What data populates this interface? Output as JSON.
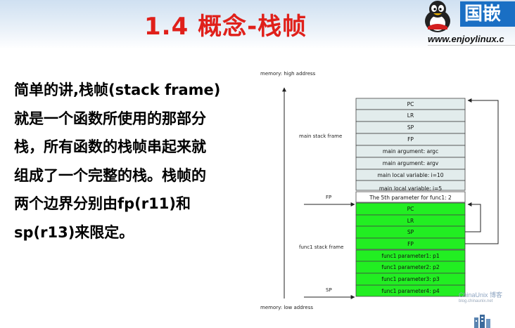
{
  "slide": {
    "title": "1.4 概念-栈帧",
    "body_lines": [
      "简单的讲,栈帧(stack frame)",
      "就是一个函数所使用的那部分",
      "栈，所有函数的栈帧串起来就",
      "组成了一个完整的栈。栈帧的",
      "两个边界分别由fp(r11)和",
      "sp(r13)来限定。"
    ]
  },
  "logo": {
    "brand_text": "国嵌",
    "site_url": "www.enjoylinux.c"
  },
  "diagram": {
    "top_label": "memory: high address",
    "bottom_label": "memory: low address",
    "main_frame_label": "main stack frame",
    "func1_frame_label": "func1 stack frame",
    "fp_label": "FP",
    "sp_label": "SP",
    "main_cells": [
      "PC",
      "LR",
      "SP",
      "FP",
      "main argument:  argc",
      "main argument:  argv",
      "main local variable:  i=10",
      "main local variable:  j=5",
      "The 5th parameter for func1: 2"
    ],
    "func1_cells": [
      "PC",
      "LR",
      "SP",
      "FP",
      "func1 parameter1: p1",
      "func1 parameter2: p2",
      "func1 parameter3: p3",
      "func1 parameter4: p4"
    ],
    "colors": {
      "main_cell": "#e2ecec",
      "func1_cell": "#22ee22",
      "cell_border": "#444444"
    }
  },
  "watermark": {
    "brand": "ChinaUnix 博客",
    "url": "blog.chinaunix.net"
  }
}
